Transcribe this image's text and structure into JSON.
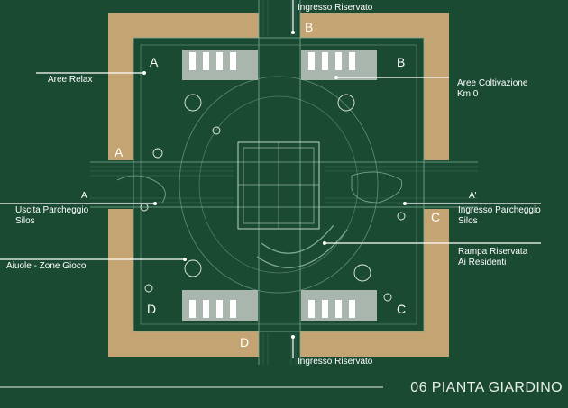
{
  "title": "06 PIANTA GIARDINO",
  "labels": {
    "ingresso_top": "Ingresso Riservato",
    "ingresso_bottom": "Ingresso Riservato",
    "aree_relax": "Aree Relax",
    "aree_coltivazione": "Aree Coltivazione\nKm 0",
    "uscita_parcheggio": "Uscita Parcheggio\nSilos",
    "ingresso_parcheggio": "Ingresso Parcheggio\nSilos",
    "rampa": "Rampa Riservata\nAi Residenti",
    "aiuole": "Aiuole - Zone Gioco"
  },
  "section_marks": {
    "a": "A",
    "a_prime": "A'"
  },
  "zones": {
    "a": "A",
    "b": "B",
    "c": "C",
    "d": "D"
  },
  "colors": {
    "background": "#1b4a33",
    "tan": "#c4a472",
    "line": "#7fae95",
    "white": "#ffffff"
  }
}
